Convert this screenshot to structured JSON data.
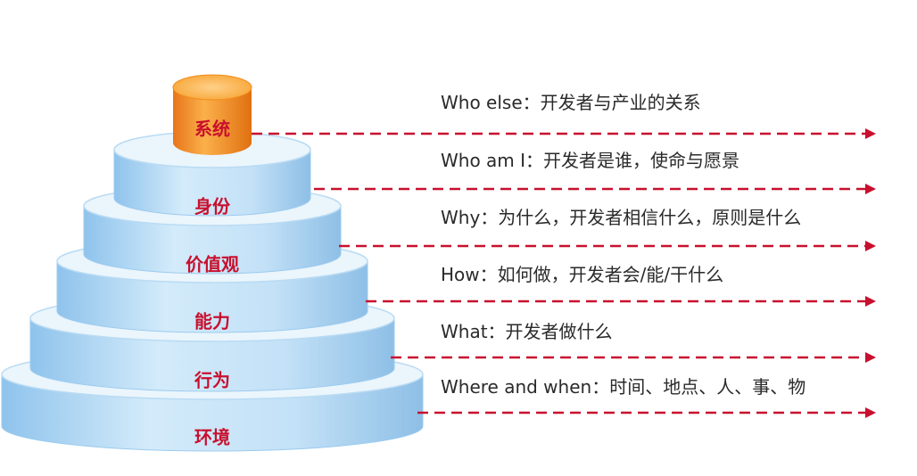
{
  "levels": [
    {
      "label": "系统",
      "description": "Who else：开发者与产业的关系"
    },
    {
      "label": "身份",
      "description": "Who am I：开发者是谁，使命与愿景"
    },
    {
      "label": "价值观",
      "description": "Why：为什么，开发者相信什么，原则是什么"
    },
    {
      "label": "能力",
      "description": "How：如何做，开发者会/能/干什么"
    },
    {
      "label": "行为",
      "description": "What：开发者做什么"
    },
    {
      "label": "环境",
      "description": "Where and when：时间、地点、人、事、物"
    }
  ],
  "colors": {
    "tier_side": "#bfe0f7",
    "tier_top": "#eaf5fc",
    "top_cylinder": "#f7941d",
    "label": "#c8102e",
    "arrow": "#c8102e",
    "text": "#2a2a2a"
  }
}
